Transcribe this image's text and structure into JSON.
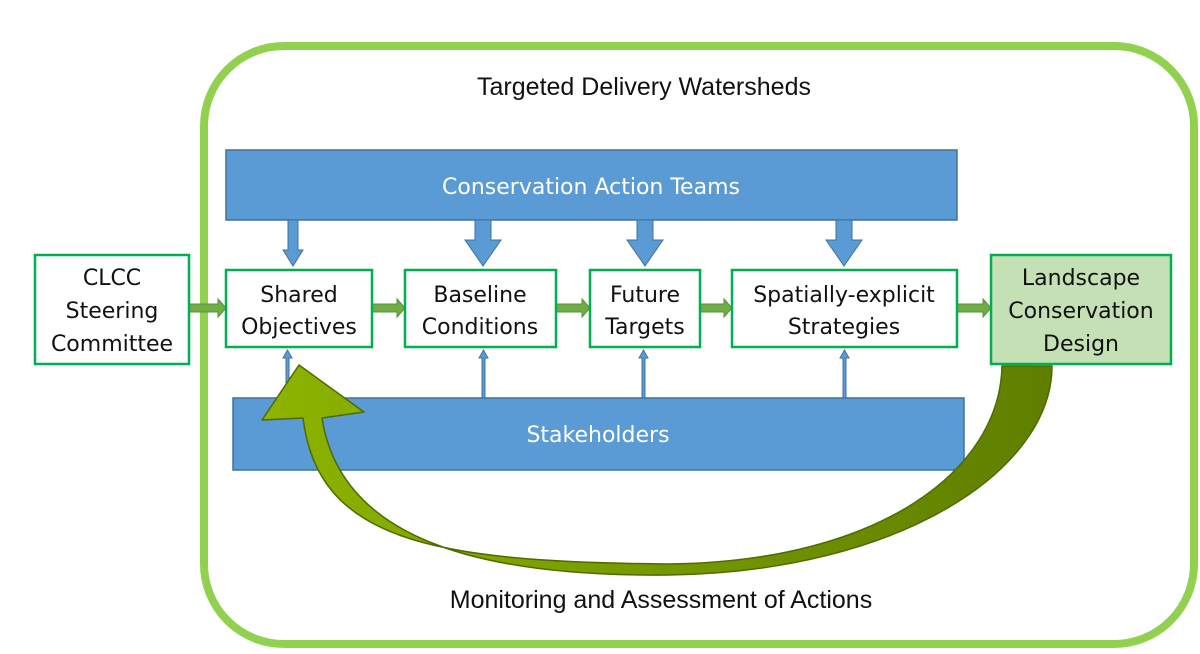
{
  "diagram": {
    "frame_title": "Targeted Delivery Watersheds",
    "bottom_label": "Monitoring and Assessment of Actions",
    "top_bar_label": "Conservation Action Teams",
    "bottom_bar_label": "Stakeholders",
    "boxes": {
      "steering": [
        "CLCC",
        "Steering",
        "Committee"
      ],
      "shared": [
        "Shared",
        "Objectives"
      ],
      "baseline": [
        "Baseline",
        "Conditions"
      ],
      "future": [
        "Future",
        "Targets"
      ],
      "spatial": [
        "Spatially-explicit",
        "Strategies"
      ],
      "landscape": [
        "Landscape",
        "Conservation",
        "Design"
      ]
    }
  },
  "colors": {
    "frame_border": "#92d050",
    "bar_fill": "#5b9bd5",
    "bar_border": "#41719c",
    "box_border": "#00b050",
    "landscape_fill": "#c5e0b4",
    "flow_arrow": "#70ad47",
    "loop_arrow": "#7a9a01"
  }
}
